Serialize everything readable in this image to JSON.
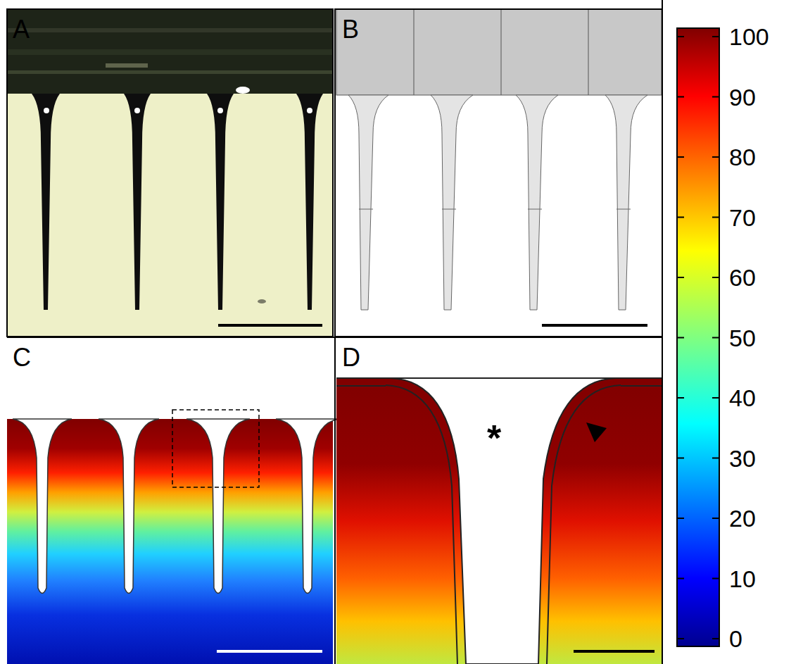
{
  "diagram": {
    "labels": [
      "A",
      "B",
      "C",
      "D",
      "*",
      "100",
      "90",
      "80",
      "70",
      "60",
      "50",
      "40",
      "30",
      "20",
      "10",
      "0"
    ]
  }
}
